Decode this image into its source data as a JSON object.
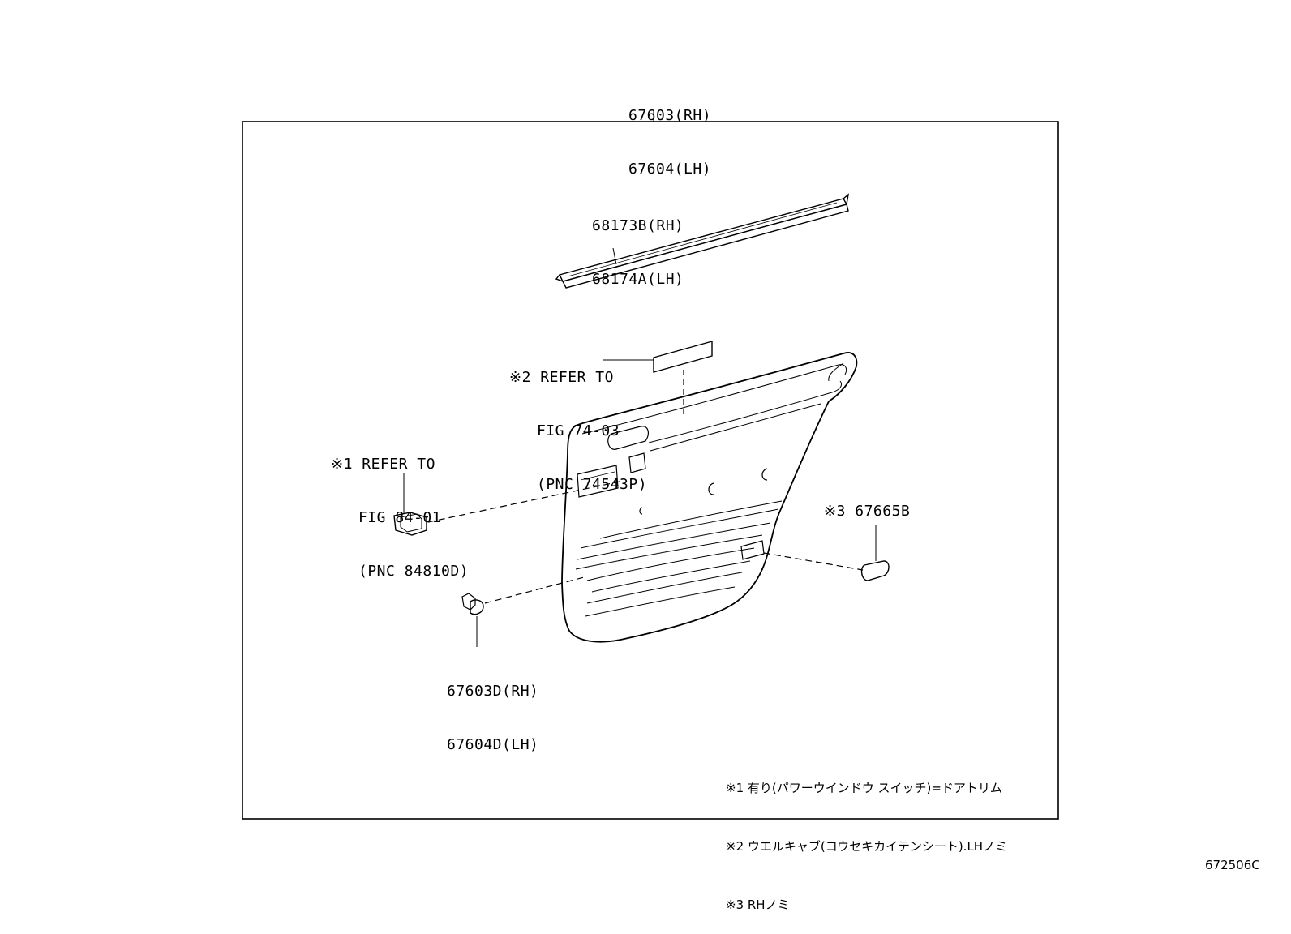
{
  "labels": {
    "top_assembly": [
      "67603(RH)",
      "67604(LH)"
    ],
    "weatherstrip": [
      "68173B(RH)",
      "68174A(LH)"
    ],
    "ref2": [
      "※2 REFER TO",
      "FIG 74-03",
      "(PNC 74543P)"
    ],
    "ref1": [
      "※1 REFER TO",
      "FIG 84-01",
      "(PNC 84810D)"
    ],
    "plug": "※3 67665B",
    "clip": [
      "67603D(RH)",
      "67604D(LH)"
    ]
  },
  "notes": [
    "※1 有り(パワーウインドウ スイッチ)=ドアトリム",
    "※2 ウエルキャブ(コウセキカイテンシート).LHノミ",
    "※3 RHノミ"
  ],
  "figure_id": "672506C"
}
